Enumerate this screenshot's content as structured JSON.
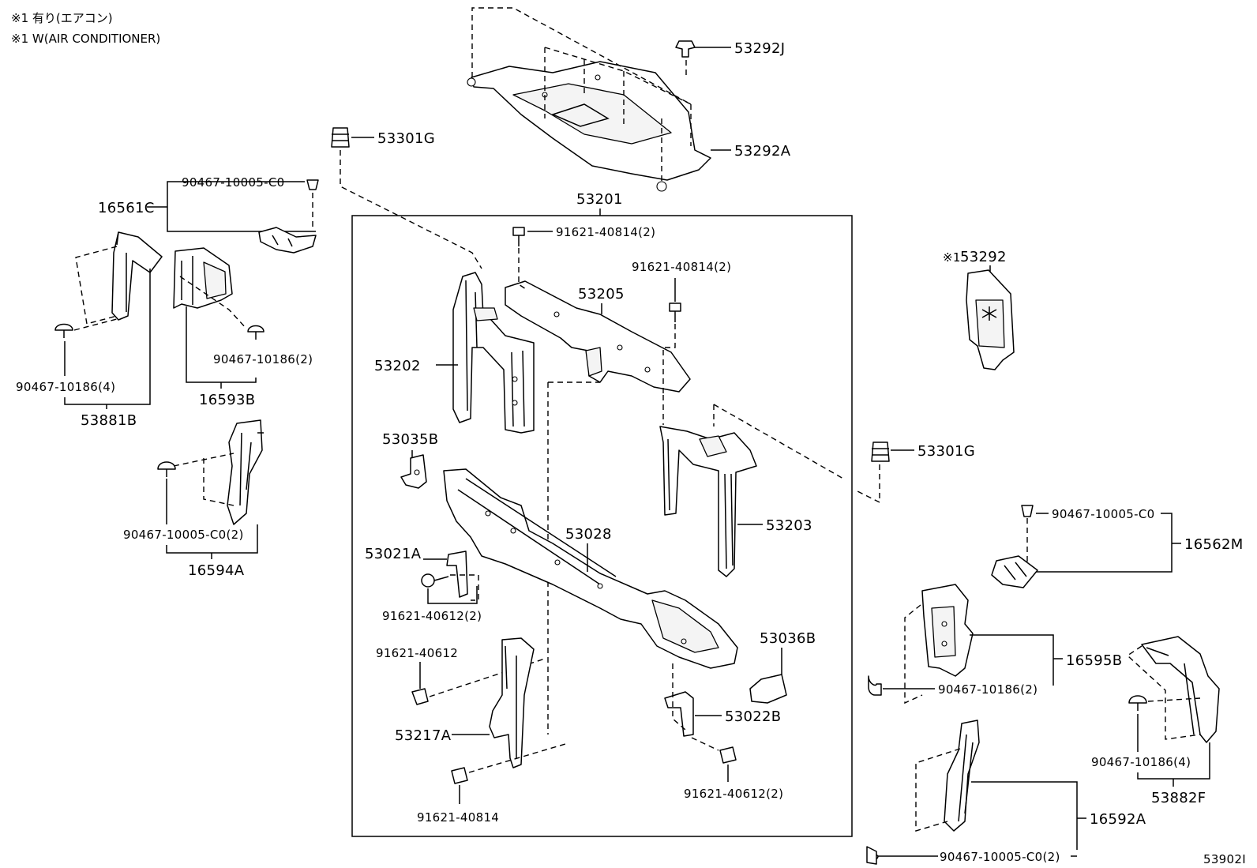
{
  "notes": {
    "line1": "※1 有り(エアコン)",
    "line2": "※1 W(AIR CONDITIONER)"
  },
  "labels": {
    "p53292J": "53292J",
    "p53292A": "53292A",
    "p53301G_top": "53301G",
    "p90467_10005_C0_left": "90467-10005-C0",
    "p16561C": "16561C",
    "p53201": "53201",
    "p91621_40814_2_a": "91621-40814(2)",
    "p91621_40814_2_b": "91621-40814(2)",
    "p53205": "53205",
    "p53292": "53292",
    "p53292_mark": "※1",
    "p90467_10186_4_left": "90467-10186(4)",
    "p53881B": "53881B",
    "p90467_10186_2_left": "90467-10186(2)",
    "p16593B": "16593B",
    "p53202": "53202",
    "p53035B": "53035B",
    "p53301G_right": "53301G",
    "p53203": "53203",
    "p90467_10005_C0_2_left": "90467-10005-C0(2)",
    "p16594A": "16594A",
    "p53028": "53028",
    "p53021A": "53021A",
    "p90467_10005_C0_right": "90467-10005-C0",
    "p16562M": "16562M",
    "p91621_40612_2_left": "91621-40612(2)",
    "p91621_40612": "91621-40612",
    "p53036B": "53036B",
    "p16595B": "16595B",
    "p90467_10186_2_right": "90467-10186(2)",
    "p53022B": "53022B",
    "p53217A": "53217A",
    "p91621_40612_2_right": "91621-40612(2)",
    "p91621_40814": "91621-40814",
    "p90467_10186_4_right": "90467-10186(4)",
    "p53882F": "53882F",
    "p16592A": "16592A",
    "p90467_10005_C0_2_right": "90467-10005-C0(2)",
    "illus_no": "53902I"
  }
}
